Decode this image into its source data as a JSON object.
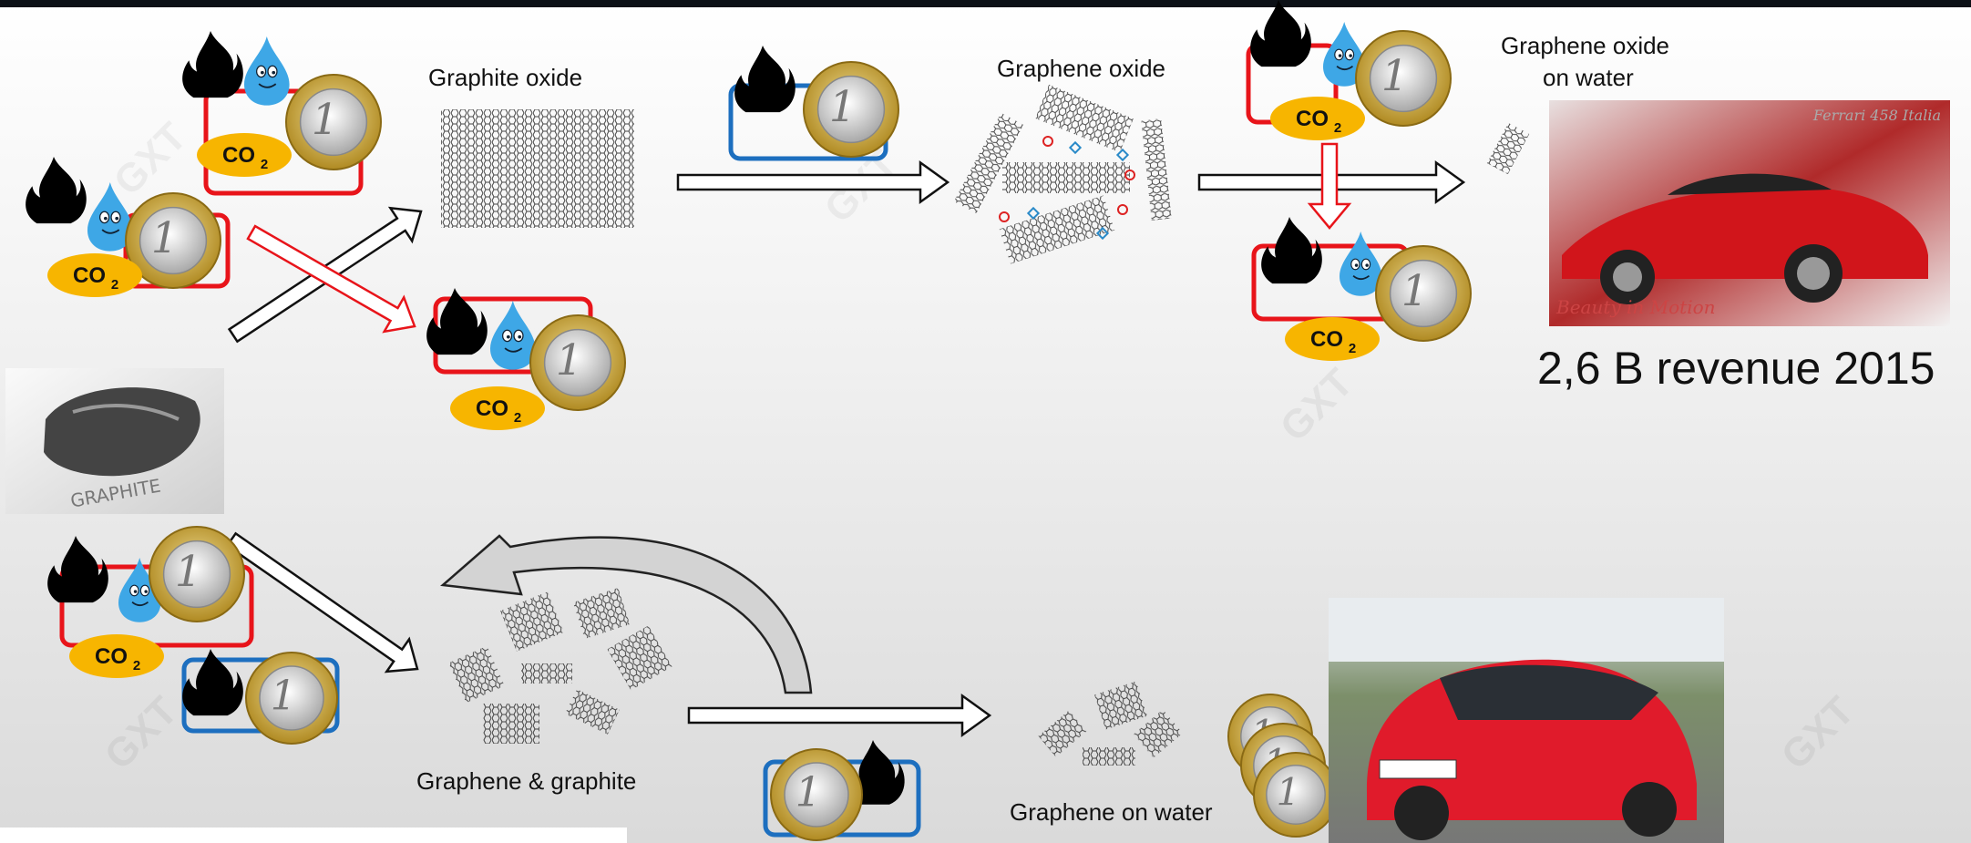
{
  "labels": {
    "graphite_oxide": "Graphite oxide",
    "graphene_oxide": "Graphene oxide",
    "graphene_oxide_on_water_1": "Graphene oxide",
    "graphene_oxide_on_water_2": "on water",
    "revenue": "2,6 B revenue 2015",
    "graphene_graphite": "Graphene & graphite",
    "graphene_on_water": "Graphene on water",
    "co2": "CO",
    "co2_sub": "2",
    "graphite_photo_text": "GRAPHITE",
    "coin_numeral": "1",
    "ferrari_caption": "Beauty in Motion",
    "ferrari_signature": "Ferrari 458 Italia",
    "watermark": "GXT"
  },
  "colors": {
    "red_box": "#e8141a",
    "blue_box": "#1d6fbf",
    "co2_badge": "#f7b500",
    "water_drop": "#3ea7e6",
    "coin_gold": "#d9b23a",
    "coin_silver": "#c9c9c9",
    "topbar": "#0c1016"
  },
  "icons": [
    "flame-icon",
    "water-drop-icon",
    "euro-coin-icon",
    "co2-badge",
    "graphene-sheet-icon",
    "graphite-photo",
    "car-photo"
  ]
}
